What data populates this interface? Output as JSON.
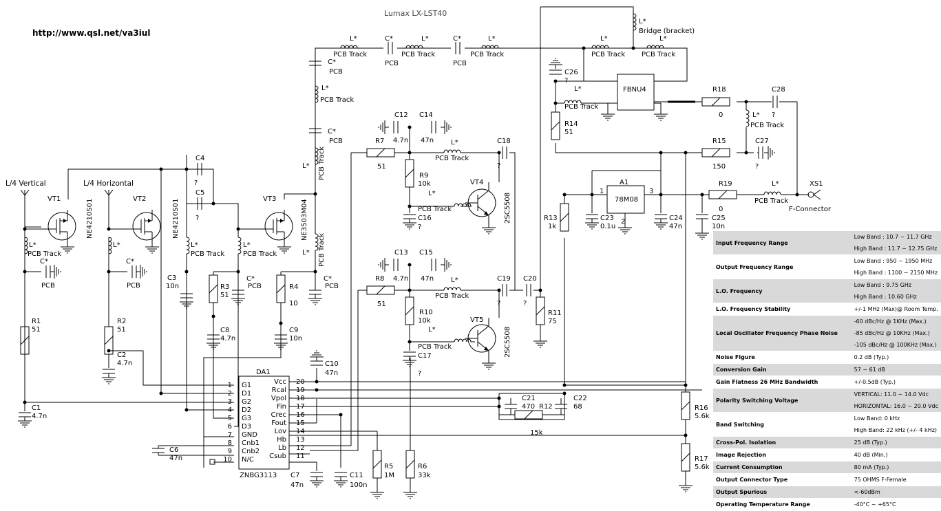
{
  "header": {
    "title": "Lumax LX-LST40",
    "url": "http://www.qsl.net/va3iul"
  },
  "labels": {
    "ant_v": "L/4 Vertical",
    "ant_h": "L/4 Horizontal",
    "vt1": "VT1",
    "vt1_part": "NE4210S01",
    "vt2": "VT2",
    "vt2_part": "NE4210S01",
    "vt3": "VT3",
    "vt3_part": "NE3503M04",
    "vt4": "VT4",
    "vt4_part": "2SC5508",
    "vt5": "VT5",
    "vt5_part": "2SC5508",
    "lstar": "L*",
    "cstar": "C*",
    "pcb": "PCB",
    "pcbtrack": "PCB Track",
    "bridge": "Bridge (bracket)",
    "fbnu4": "FBNU4",
    "a1": "A1",
    "reg": "78M08",
    "reg_p1": "1",
    "reg_p2": "2",
    "reg_p3": "3",
    "xs1": "XS1",
    "fconn": "F-Connector",
    "da1": "DA1",
    "ic_part": "ZNBG3113",
    "r1": "R1",
    "r1v": "51",
    "r2": "R2",
    "r2v": "51",
    "r3": "R3",
    "r3v": "51",
    "r4": "R4",
    "r4v": "10",
    "r5": "R5",
    "r5v": "1M",
    "r6": "R6",
    "r6v": "33k",
    "r7": "R7",
    "r7v": "51",
    "r8": "R8",
    "r8v": "51",
    "r9": "R9",
    "r9v": "10k",
    "r10": "R10",
    "r10v": "10k",
    "r11": "R11",
    "r11v": "75",
    "r12": "R12",
    "r12v": "15k",
    "r13": "R13",
    "r13v": "1k",
    "r14": "R14",
    "r14v": "51",
    "r15": "R15",
    "r15v": "150",
    "r16": "R16",
    "r16v": "5.6k",
    "r17": "R17",
    "r17v": "5.6k",
    "r18": "R18",
    "r18v": "0",
    "r19": "R19",
    "r19v": "0",
    "c1": "C1",
    "c1v": "4.7n",
    "c2": "C2",
    "c2v": "4.7n",
    "c3": "C3",
    "c3v": "10n",
    "c4": "C4",
    "c5": "C5",
    "c6": "C6",
    "c6v": "47n",
    "c7": "C7",
    "c7v": "47n",
    "c8": "C8",
    "c8v": "4.7n",
    "c9": "C9",
    "c9v": "10n",
    "c10": "C10",
    "c10v": "47n",
    "c11": "C11",
    "c11v": "100n",
    "c12": "C12",
    "c12v": "4.7n",
    "c13": "C13",
    "c13v": "4.7n",
    "c14": "C14",
    "c14v": "47n",
    "c15": "C15",
    "c15v": "47n",
    "c16": "C16",
    "c17": "C17",
    "c18": "C18",
    "c19": "C19",
    "c20": "C20",
    "c21": "C21",
    "c21v": "470",
    "c22": "C22",
    "c22v": "68",
    "c23": "C23",
    "c23v": "0.1u",
    "c24": "C24",
    "c24v": "47n",
    "c25": "C25",
    "c25v": "10n",
    "c26": "C26",
    "c27": "C27",
    "c28": "C28",
    "q": "?"
  },
  "ic": {
    "left_pins": [
      {
        "n": "1",
        "name": "G1"
      },
      {
        "n": "2",
        "name": "D1"
      },
      {
        "n": "3",
        "name": "G2"
      },
      {
        "n": "4",
        "name": "D2"
      },
      {
        "n": "5",
        "name": "G3"
      },
      {
        "n": "6",
        "name": "D3"
      },
      {
        "n": "7",
        "name": "GND"
      },
      {
        "n": "8",
        "name": "Cnb1"
      },
      {
        "n": "9",
        "name": "Cnb2"
      },
      {
        "n": "10",
        "name": "N/C"
      }
    ],
    "right_pins": [
      {
        "n": "20",
        "name": "Vcc"
      },
      {
        "n": "19",
        "name": "Rcal"
      },
      {
        "n": "18",
        "name": "Vpol"
      },
      {
        "n": "17",
        "name": "Fin"
      },
      {
        "n": "16",
        "name": "Crec"
      },
      {
        "n": "15",
        "name": "Fout"
      },
      {
        "n": "14",
        "name": "Lov"
      },
      {
        "n": "13",
        "name": "Hb"
      },
      {
        "n": "12",
        "name": "Lb"
      },
      {
        "n": "11",
        "name": "Csub"
      }
    ]
  },
  "specs": [
    {
      "param": "Input Frequency Range",
      "values": [
        "Low Band : 10.7 ~ 11.7 GHz",
        "High Band : 11.7 ~ 12.75 GHz"
      ]
    },
    {
      "param": "Output Frequency Range",
      "values": [
        "Low Band : 950 ~ 1950 MHz",
        "High Band : 1100 ~ 2150 MHz"
      ]
    },
    {
      "param": "L.O. Frequency",
      "values": [
        "Low Band : 9.75 GHz",
        "High Band : 10.60 GHz"
      ]
    },
    {
      "param": "L.O. Frequency Stability",
      "values": [
        "+/-1 MHz (Max)@ Room Temp."
      ]
    },
    {
      "param": "Local Oscillator Frequency Phase Noise",
      "values": [
        "-60 dBc/Hz @ 1KHz (Max.)",
        "-85 dBc/Hz @ 10KHz (Max.)",
        "-105 dBc/Hz @ 100KHz (Max.)"
      ]
    },
    {
      "param": "Noise Figure",
      "values": [
        "0.2 dB (Typ.)"
      ]
    },
    {
      "param": "Conversion Gain",
      "values": [
        "57 ~ 61 dB"
      ]
    },
    {
      "param": "Gain Flatness 26 MHz Bandwidth",
      "values": [
        "+/-0.5dB (Typ.)"
      ]
    },
    {
      "param": "Polarity Switching Voltage",
      "values": [
        "VERTICAL: 11.0 ~ 14.0 Vdc",
        "HORIZONTAL: 16.0 ~ 20.0 Vdc"
      ]
    },
    {
      "param": "Band Switching",
      "values": [
        "Low Band: 0 kHz",
        "High Band: 22 kHz (+/- 4 kHz)"
      ]
    },
    {
      "param": "Cross-Pol. Isolation",
      "values": [
        "25 dB (Typ.)"
      ]
    },
    {
      "param": "Image Rejection",
      "values": [
        "40 dB (Min.)"
      ]
    },
    {
      "param": "Current Consumption",
      "values": [
        "80 mA (Typ.)"
      ]
    },
    {
      "param": "Output Connector Type",
      "values": [
        "75 OHMS F-Female"
      ]
    },
    {
      "param": "Output Spurious",
      "values": [
        "<-60dBm"
      ]
    },
    {
      "param": "Operating Temperature Range",
      "values": [
        "-40°C ~ +65°C"
      ]
    }
  ]
}
